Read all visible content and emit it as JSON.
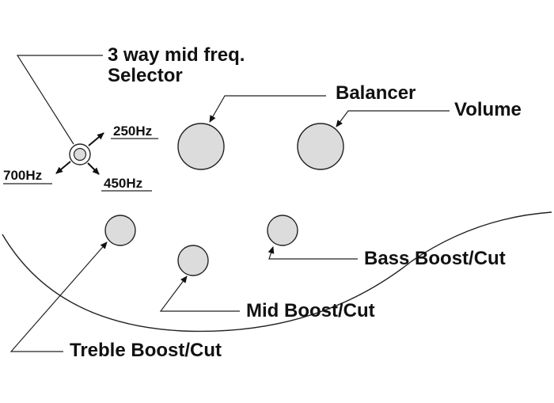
{
  "labels": {
    "selector_line1": "3 way mid freq.",
    "selector_line2": "Selector",
    "freq_250": "250Hz",
    "freq_700": "700Hz",
    "freq_450": "450Hz",
    "balancer": "Balancer",
    "volume": "Volume",
    "bass": "Bass Boost/Cut",
    "mid": "Mid Boost/Cut",
    "treble": "Treble Boost/Cut"
  },
  "colors": {
    "knob_fill": "#dcdcdc",
    "stroke": "#222222",
    "text": "#111111"
  }
}
